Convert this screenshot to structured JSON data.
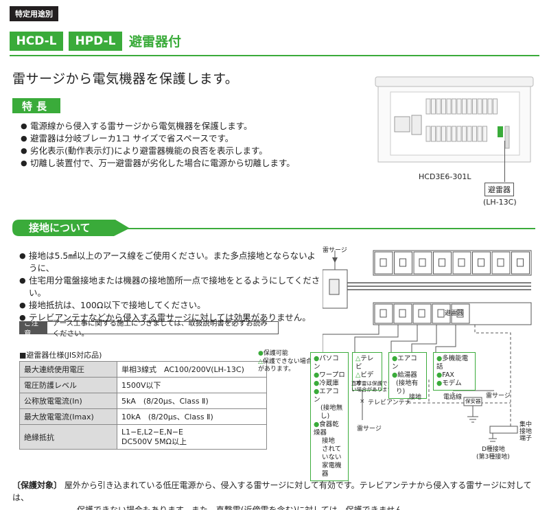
{
  "header": {
    "category_tag": "特定用途別",
    "model_a": "HCD-L",
    "model_b": "HPD-L",
    "subtitle": "避雷器付"
  },
  "headline": "雷サージから電気機器を保護します。",
  "features": {
    "tag": "特長",
    "items": [
      "電源線から侵入する雷サージから電気機器を保護します。",
      "避雷器は分岐ブレーカ1コ サイズで省スペースです。",
      "劣化表示(動作表示灯)により避雷器機能の良否を表示します。",
      "切離し装置付で、万一避雷器が劣化した場合に電源から切離します。"
    ]
  },
  "product": {
    "model_number": "HCD3E6-301L",
    "arrester_label": "避雷器",
    "arrester_model": "(LH-13C)"
  },
  "grounding": {
    "title": "接地について",
    "items": [
      "接地は5.5㎟以上のアース線をご使用ください。また多点接地とならないように、",
      "住宅用分電盤接地または機器の接地箇所一点で接地をとるようにしてください。",
      "接地抵抗は、100Ω以下で接地してください。",
      "テレビアンテナなどから侵入する雷サージに対しては効果がありません。"
    ],
    "notice_label": "ご注意",
    "notice_text": "アース工事に関する施工につきましては、取扱説明書を必ずお読みください。"
  },
  "spec": {
    "title": "■避雷器仕様(JIS対応品)",
    "rows": [
      {
        "k": "最大連続使用電圧",
        "v": "単相3線式　AC100/200V(LH-13C)"
      },
      {
        "k": "電圧防護レベル",
        "v": "1500V以下"
      },
      {
        "k": "公称放電電流(In)",
        "v": "5kA　(8/20μs、Class Ⅱ)"
      },
      {
        "k": "最大放電電流(Imax)",
        "v": "10kA　(8/20μs、Class Ⅱ)"
      },
      {
        "k": "絶縁抵抗",
        "v": "L1−E,L2−E,N−E",
        "v2": "DC500V 5MΩ以上"
      }
    ]
  },
  "diagram": {
    "lightning_surge": "雷サージ",
    "arrester": "避雷器",
    "legend_ok": "保護可能",
    "legend_ng": "保護できない場合があります。",
    "box1": [
      "パソコン",
      "ワープロ",
      "冷蔵庫",
      "エアコン",
      "(接地無し)",
      "食器乾燥器"
    ],
    "box1_tail": [
      "接地",
      "されていない",
      "家電機器"
    ],
    "box2": [
      "テレビ",
      "ビデオ"
    ],
    "box3": [
      "エアコン",
      "給湯器",
      "(接地有り)"
    ],
    "box4": [
      "多機能電話",
      "FAX",
      "モデム"
    ],
    "direct_note": "直撃雷は保護できない場合があります。",
    "tv_antenna": "テレビアンテナ",
    "surge_bottom": "雷サージ",
    "grounding": "接地",
    "phone_line": "電話線",
    "protector": "保安器",
    "surge_right": "雷サージ",
    "terminal": "集中接地端子",
    "d_ground": "D種接地",
    "d_ground2": "(第3種接地)"
  },
  "footer": {
    "label": "〔保護対象〕",
    "line1": "屋外から引き込まれている低圧電源から、侵入する雷サージに対して有効です。テレビアンテナから侵入する雷サージに対しては、",
    "line2": "保護できない場合もあります。また、直撃雷(近傍雷を含む)に対しては、保護できません。"
  }
}
